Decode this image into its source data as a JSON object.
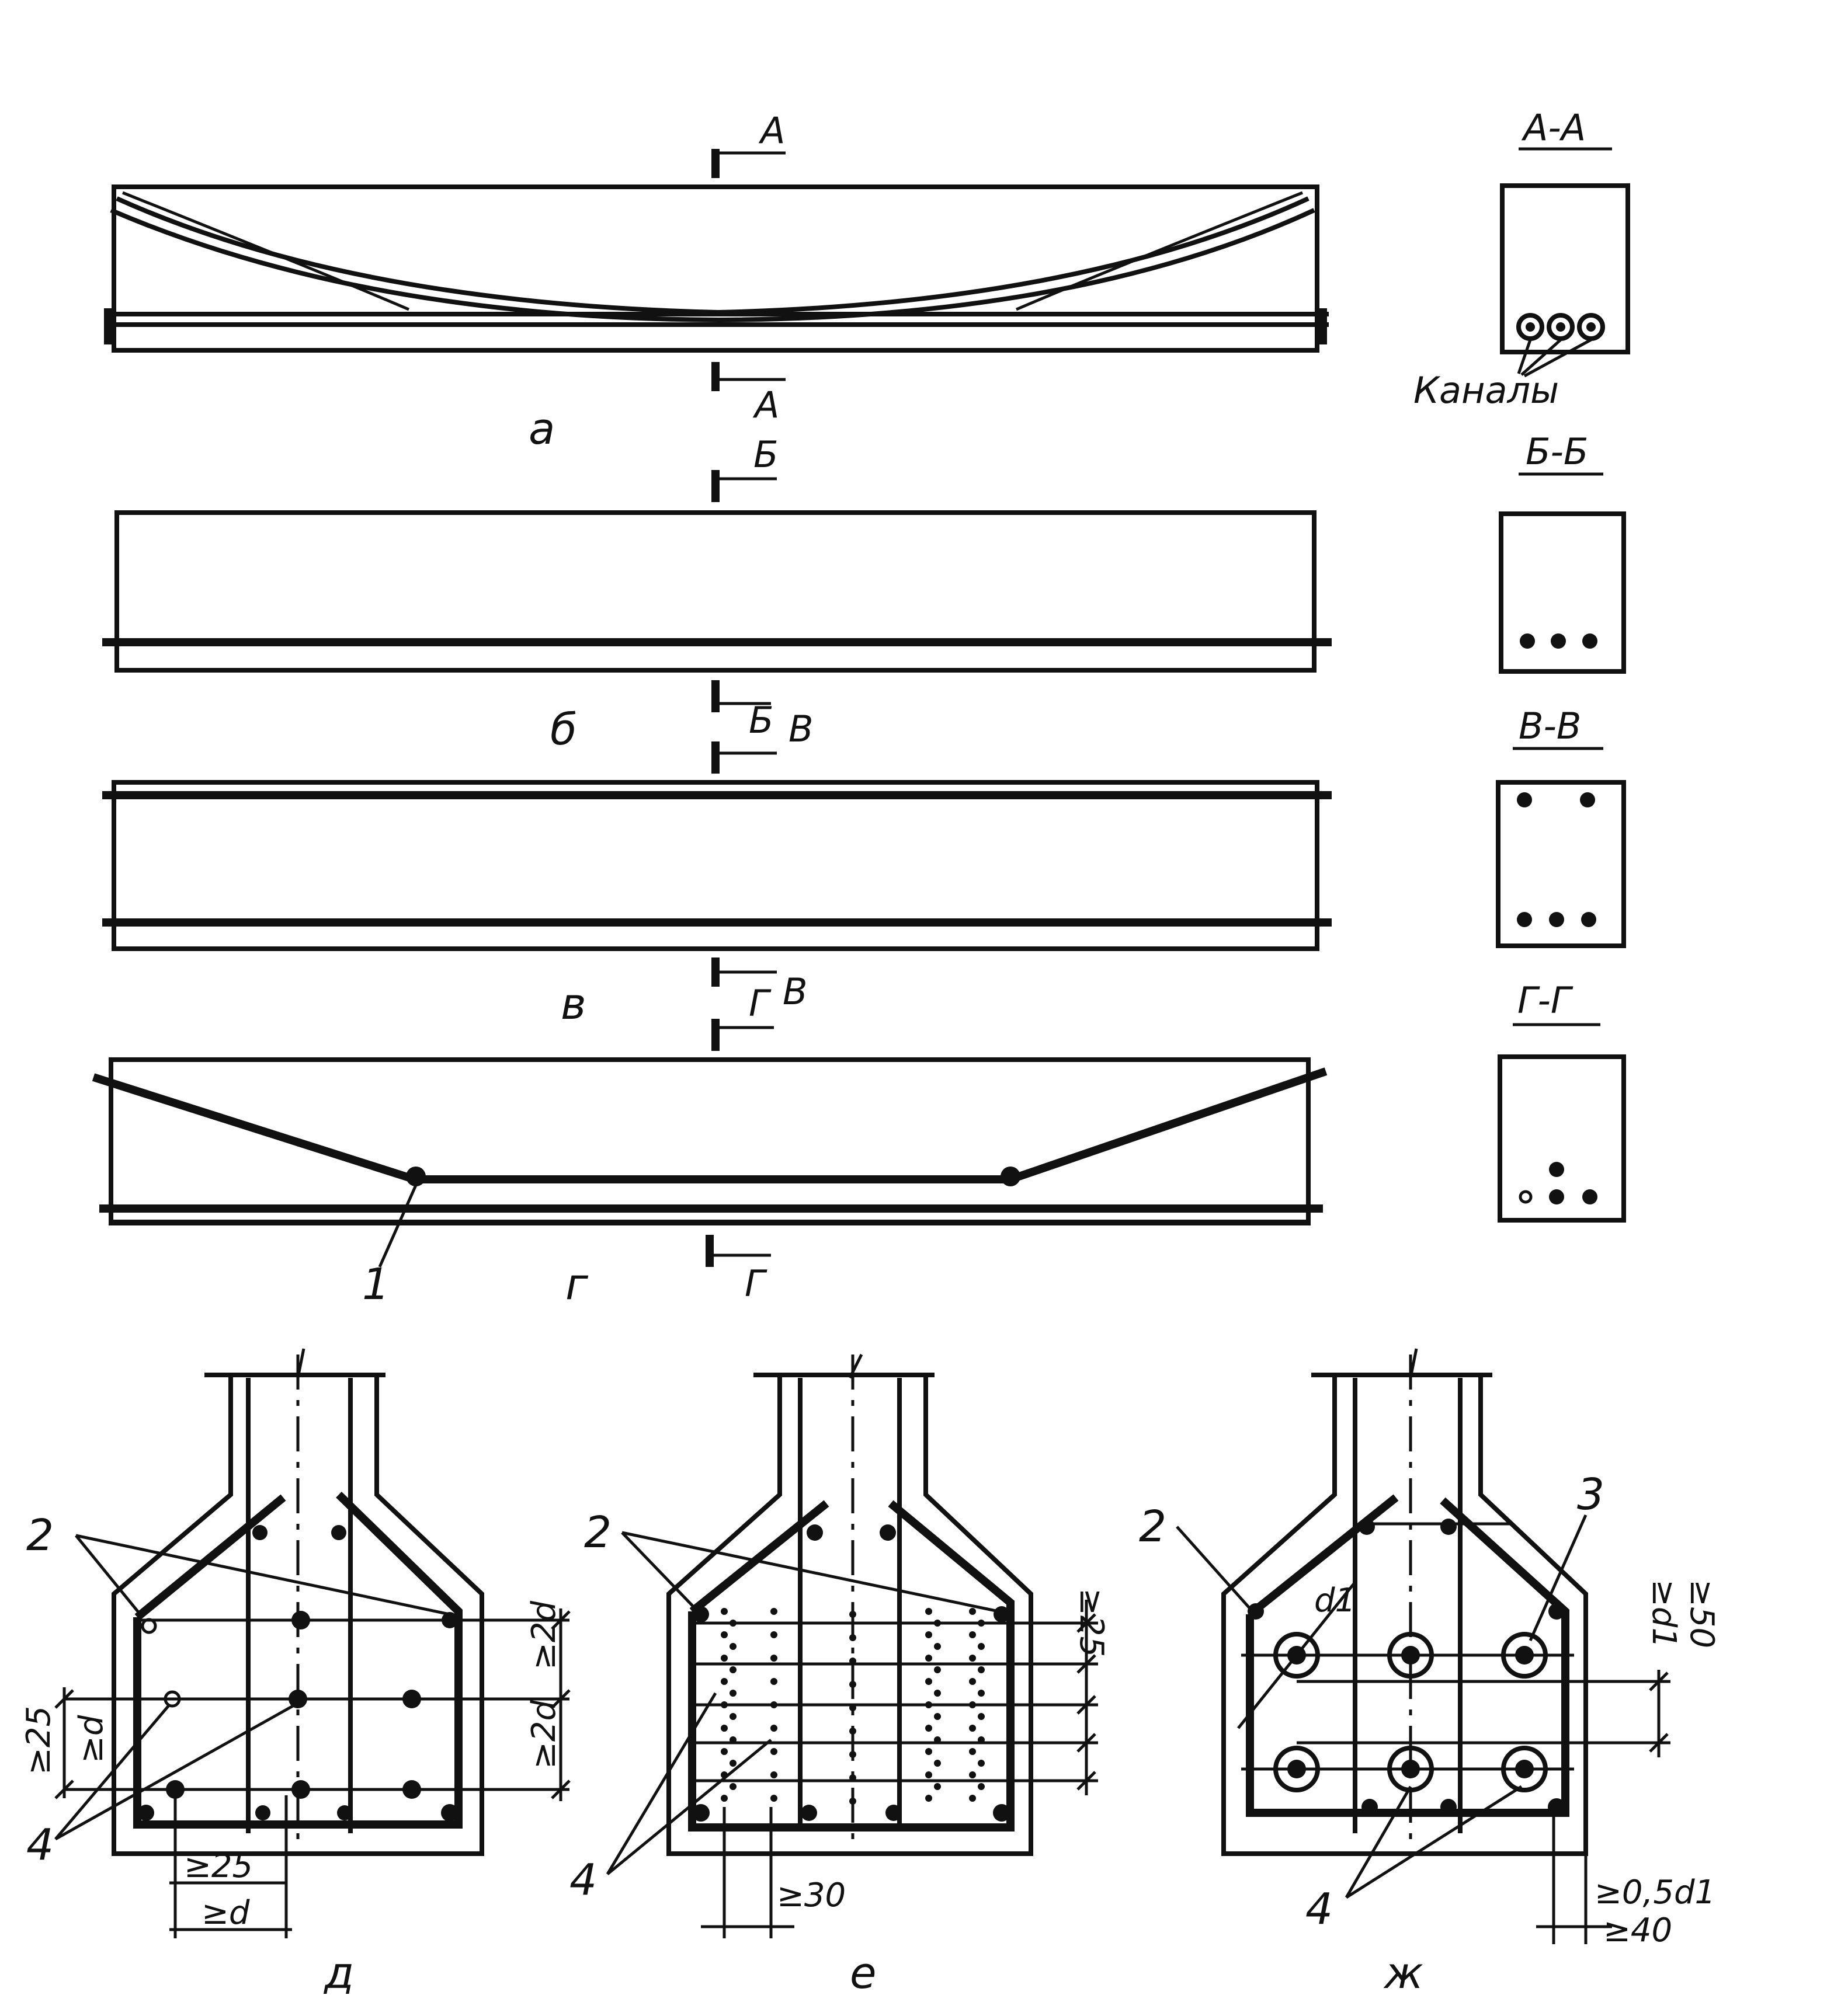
{
  "beams": {
    "a": {
      "label": "а",
      "section_mark": "А",
      "section_title": "А-А",
      "section_note": "Каналы"
    },
    "b": {
      "label": "б",
      "section_mark": "Б",
      "section_title": "Б-Б"
    },
    "v": {
      "label": "в",
      "section_mark": "В",
      "section_title": "В-В"
    },
    "g": {
      "label": "г",
      "section_mark": "Г",
      "section_title": "Г-Г",
      "callout": "1"
    }
  },
  "details": {
    "d": {
      "label": "д",
      "callouts": [
        "2",
        "4"
      ],
      "dims": [
        "≥2d",
        "≥2d",
        "≥25",
        "≥d",
        "≥25",
        "≥d"
      ]
    },
    "e": {
      "label": "е",
      "callouts": [
        "2",
        "4"
      ],
      "dims": [
        "≥25",
        "≥30"
      ]
    },
    "zh": {
      "label": "ж",
      "callouts": [
        "2",
        "3",
        "4"
      ],
      "dims": [
        "d1",
        "≥d1",
        "≥50",
        "≥0,5d1",
        "≥40"
      ]
    }
  },
  "colors": {
    "ink": "#111111",
    "paper": "#ffffff"
  }
}
